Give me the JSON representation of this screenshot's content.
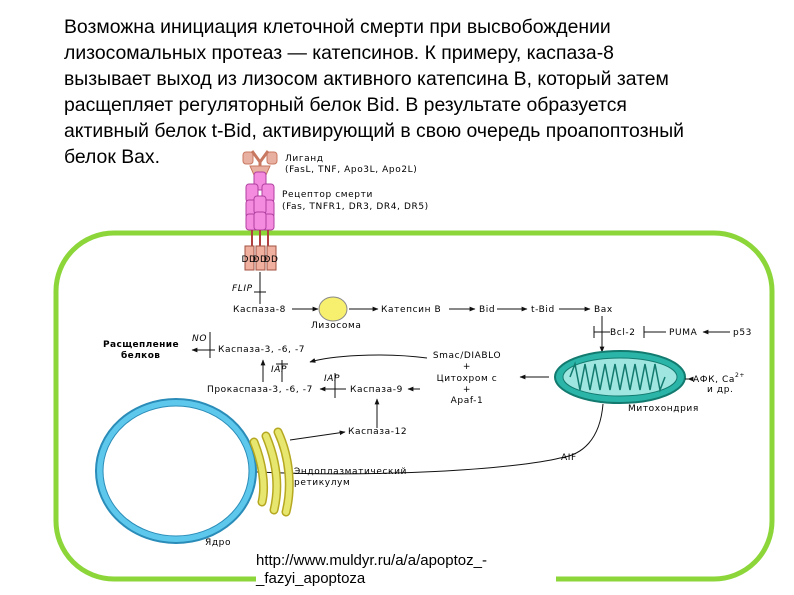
{
  "intro_text": "Возможна инициация клеточной смерти при высвобождении\nлизосомальных протеаз — катепсинов. К примеру, каспаза-8\nвызывает выход из лизосом активного катепсина B, который затем\nрасщепляет регуляторный белок Bid. В результате образуется\nактивный белок t-Bid, активирующий в свою очередь проапоптозный\nбелок Bax.",
  "diagram": {
    "ligand": "Лиганд",
    "ligand_list": "(FasL, TNF, Apo3L, Apo2L)",
    "receptor": "Рецептор смерти",
    "receptor_list": "(Fas, TNFR1, DR3, DR4, DR5)",
    "dd": "DD",
    "flip": "FLIP",
    "caspase8": "Каспаза-8",
    "cathepsinB": "Катепсин В",
    "bid": "Bid",
    "tbid": "t-Bid",
    "bax": "Bax",
    "lysosome": "Лизосома",
    "no": "NO",
    "protein_cleavage_1": "Расщепление",
    "protein_cleavage_2": "белков",
    "caspase367": "Каспаза-3, -6, -7",
    "iap": "IAP",
    "procaspase367": "Прокаспаза-3, -6, -7",
    "caspase9": "Каспаза-9",
    "bcl2": "Bcl-2",
    "puma": "PUMA",
    "p53": "p53",
    "smac_1": "Smac/DIABLO",
    "smac_2": "+",
    "smac_3": "Цитохром с",
    "smac_4": "+",
    "smac_5": "Apaf-1",
    "afk": "АФК, Ca",
    "afk_sup": "2+",
    "afk_2": "и др.",
    "mitochondria": "Митохондрия",
    "caspase12": "Каспаза-12",
    "aif": "AIF",
    "er_1": "Эндоплазматический",
    "er_2": "ретикулум",
    "nucleus": "Ядро"
  },
  "footer_link": "http://www.muldyr.ru/a/a/apoptoz_-\n_fazyi_apoptoza",
  "colors": {
    "membrane": "#8cd63a",
    "nucleus": "#5ec8ec",
    "er": "#e7e66e",
    "lysosome": "#f7ef6e",
    "mitochondria": "#2ab5a8",
    "receptor": "#f48bde",
    "ligand": "#e8b0a0",
    "dd_box": "#f0b0a0"
  }
}
